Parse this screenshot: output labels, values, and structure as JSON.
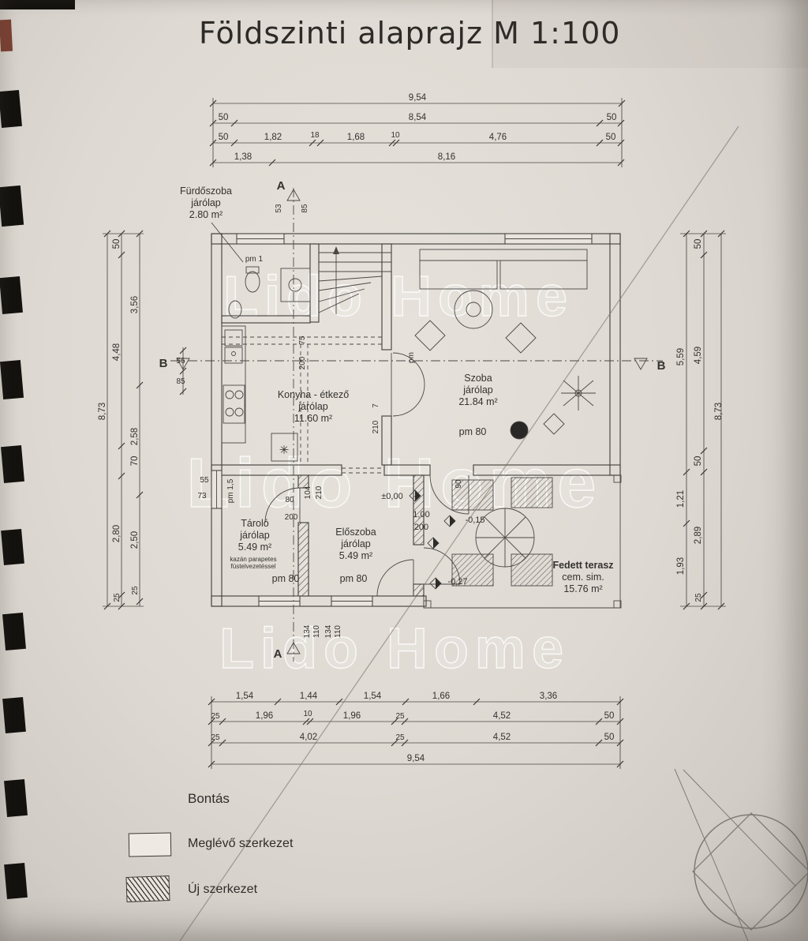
{
  "title": "Földszinti alaprajz M 1:100",
  "watermark": "Lido Home",
  "rooms": {
    "furdoszoba": {
      "name": "Fürdőszoba",
      "finish": "járólap",
      "area": "2.80 m²"
    },
    "konyha": {
      "name": "Konyha - étkező",
      "finish": "járólap",
      "area": "11.60 m²"
    },
    "szoba": {
      "name": "Szoba",
      "finish": "járólap",
      "area": "21.84 m²",
      "pm": "pm 80"
    },
    "tarolo": {
      "name": "Tároló",
      "finish": "járólap",
      "area": "5.49 m²",
      "pm": "pm 80",
      "note1": "kazán parapetes",
      "note2": "füstelvezetéssel"
    },
    "eloszoba": {
      "name": "Előszoba",
      "finish": "járólap",
      "area": "5.49 m²",
      "pm": "pm 80"
    },
    "terasz": {
      "name": "Fedett terasz",
      "finish": "cem. sim.",
      "area": "15.76 m²"
    }
  },
  "levels": {
    "zero": "±0,00",
    "w1": "1,00",
    "w2": "200",
    "m15": "-0,15",
    "m27": "-0,27"
  },
  "sections": {
    "a": "A",
    "b": "B"
  },
  "annotations": {
    "pm1": "pm 1",
    "pm15": "pm 1,5",
    "pm_v": "pm",
    "d53": "53",
    "d85a": "85",
    "d75": "75",
    "d200a": "200",
    "d7": "7",
    "d210a": "210",
    "d90": "90",
    "d104": "104",
    "d210b": "210",
    "d80": "80",
    "d200b": "200",
    "d55": "55",
    "d73": "73",
    "d56": "56",
    "d85b": "85",
    "d134a": "134",
    "d110a": "110",
    "d134b": "134",
    "d110b": "110",
    "boiler": "✳"
  },
  "dims": {
    "top": {
      "r1": [
        "9,54"
      ],
      "r2": [
        "50",
        "8,54",
        "50"
      ],
      "r3": [
        "50",
        "1,82",
        "18",
        "1,68",
        "10",
        "4,76",
        "50"
      ],
      "r4": [
        "1,38",
        "8,16"
      ]
    },
    "bottom": {
      "r1": [
        "1,54",
        "1,44",
        "1,54",
        "1,66",
        "3,36"
      ],
      "r2": [
        "25",
        "1,96",
        "10",
        "1,96",
        "25",
        "4,52",
        "50"
      ],
      "r3": [
        "25",
        "4,02",
        "25",
        "4,52",
        "50"
      ],
      "r4": [
        "9,54"
      ]
    },
    "left": {
      "c1": [
        "50",
        "4,48",
        "70",
        "2,80",
        "25"
      ],
      "c2": [
        "3,56",
        "2,58",
        "2,50",
        "25"
      ],
      "c3": [
        "8,73"
      ]
    },
    "right": {
      "c1": [
        "50",
        "4,59",
        "50",
        "2,89",
        "25"
      ],
      "c2": [
        "5,59",
        "1,21",
        "1,93"
      ],
      "c3": [
        "8,73"
      ]
    }
  },
  "legend": {
    "title": "Bontás",
    "existing": "Meglévő szerkezet",
    "new": "Új szerkezet"
  }
}
